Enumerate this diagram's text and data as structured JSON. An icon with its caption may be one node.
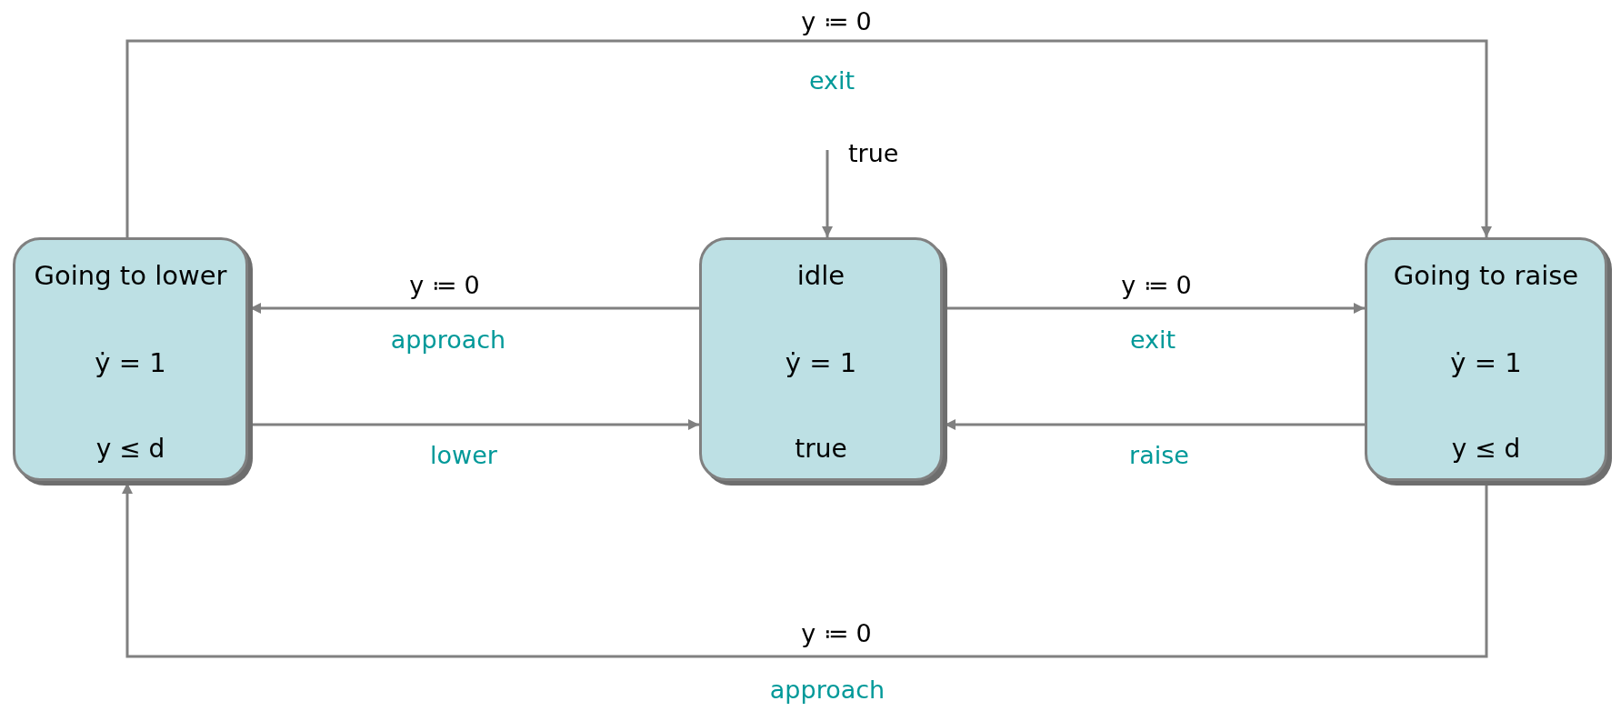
{
  "diagram": {
    "nodes": [
      {
        "text": [
          "Going to lower",
          "ẏ = 1",
          "y ≤ d"
        ]
      },
      {
        "text": [
          "idle",
          "ẏ = 1",
          "true"
        ]
      },
      {
        "text": [
          "Going to raise",
          "ẏ = 1",
          "y ≤ d"
        ]
      }
    ],
    "edges": [
      {
        "from": null,
        "to": 1,
        "arrow": "to",
        "label": "true"
      },
      {
        "from": 1,
        "to": 0,
        "arrow": "to",
        "label": "approach"
      },
      {
        "from": 0,
        "to": 1,
        "arrow": "to",
        "label": "lower"
      },
      {
        "from": 1,
        "to": 2,
        "arrow": "to",
        "label": "exit"
      },
      {
        "from": 2,
        "to": 1,
        "arrow": "to",
        "label": "raise"
      },
      {
        "from": 0,
        "to": 2,
        "arrow": "to",
        "label": "exit"
      },
      {
        "from": 2,
        "to": 0,
        "arrow": "to",
        "label": "approach"
      }
    ],
    "labels": [
      "y ≔ 0",
      "y ≔ 0",
      "y ≔ 0",
      "y ≔ 0"
    ]
  }
}
